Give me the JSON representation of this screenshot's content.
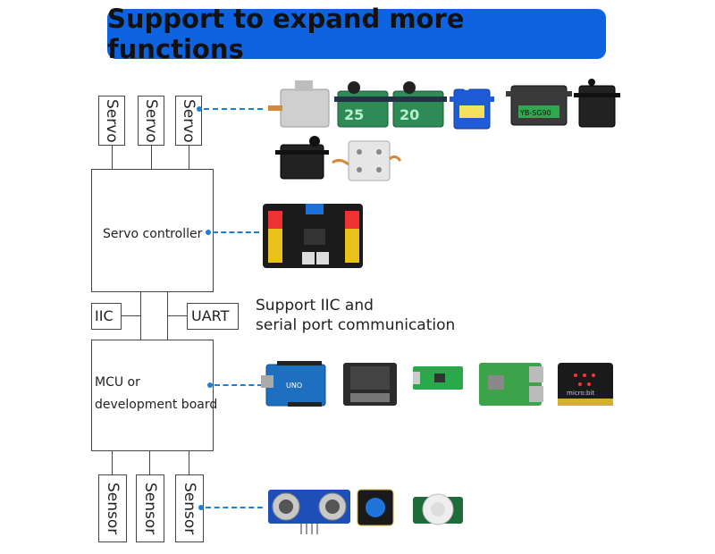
{
  "title": "Support to expand more functions",
  "servo_labels": [
    "Servo",
    "Servo",
    "Servo"
  ],
  "servo_controller": "Servo controller",
  "iic": "IIC",
  "uart": "UART",
  "comm_note": [
    "Support IIC and",
    "serial port communication"
  ],
  "mcu": [
    "MCU or",
    "development board"
  ],
  "sensor_labels": [
    "Sensor",
    "Sensor",
    "Sensor"
  ],
  "servo_images": [
    {
      "text": "",
      "color": "#cfcfcf"
    },
    {
      "text": "25",
      "color": "#2e8b57"
    },
    {
      "text": "20",
      "color": "#2e8b57"
    },
    {
      "text": "",
      "color": "#1e5bd6"
    },
    {
      "text": "YB-SG90",
      "color": "#3a3a3a"
    },
    {
      "text": "",
      "color": "#222222"
    },
    {
      "text": "",
      "color": "#222222"
    },
    {
      "text": "",
      "color": "#e6e6e6"
    }
  ],
  "board_images": [
    {
      "name": "UNO",
      "color": "#1e6fbf"
    },
    {
      "name": "",
      "color": "#2b2b2b"
    },
    {
      "name": "",
      "color": "#2aa84a"
    },
    {
      "name": "",
      "color": "#3ca34a"
    },
    {
      "name": "micro:bit",
      "color": "#1a1a1a"
    }
  ],
  "sensor_images": [
    {
      "name": "ultrasonic",
      "color": "#1e4fb8"
    },
    {
      "name": "button",
      "color": "#1a1a1a"
    },
    {
      "name": "pir",
      "color": "#eeeeee"
    }
  ]
}
